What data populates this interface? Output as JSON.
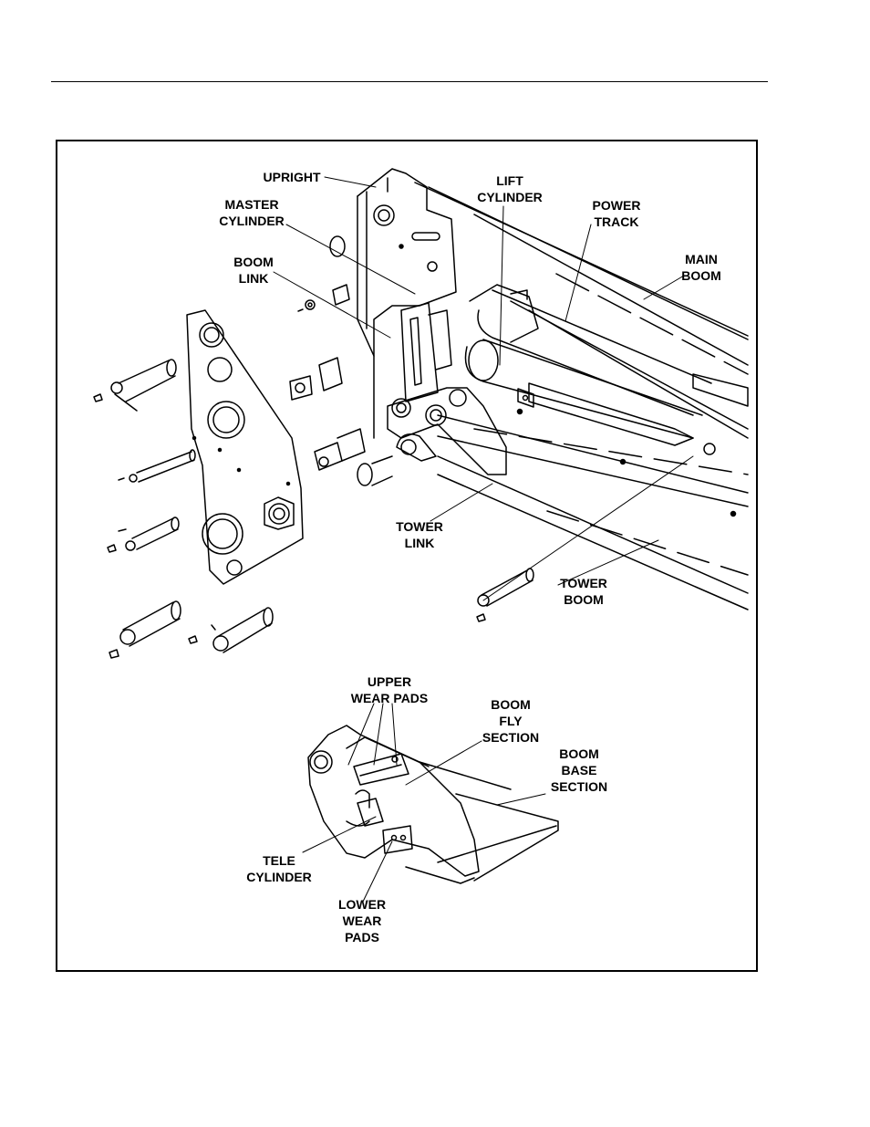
{
  "labels": {
    "upright": "UPRIGHT",
    "master_cylinder": "MASTER\nCYLINDER",
    "boom_link": "BOOM\nLINK",
    "lift_cylinder": "LIFT\nCYLINDER",
    "power_track": "POWER\nTRACK",
    "main_boom": "MAIN\nBOOM",
    "tower_link": "TOWER\nLINK",
    "tower_boom": "TOWER\nBOOM",
    "upper_wear_pads": "UPPER\nWEAR PADS",
    "boom_fly_section": "BOOM\nFLY\nSECTION",
    "boom_base_section": "BOOM\nBASE\nSECTION",
    "tele_cylinder": "TELE\nCYLINDER",
    "lower_wear_pads": "LOWER\nWEAR\nPADS"
  }
}
